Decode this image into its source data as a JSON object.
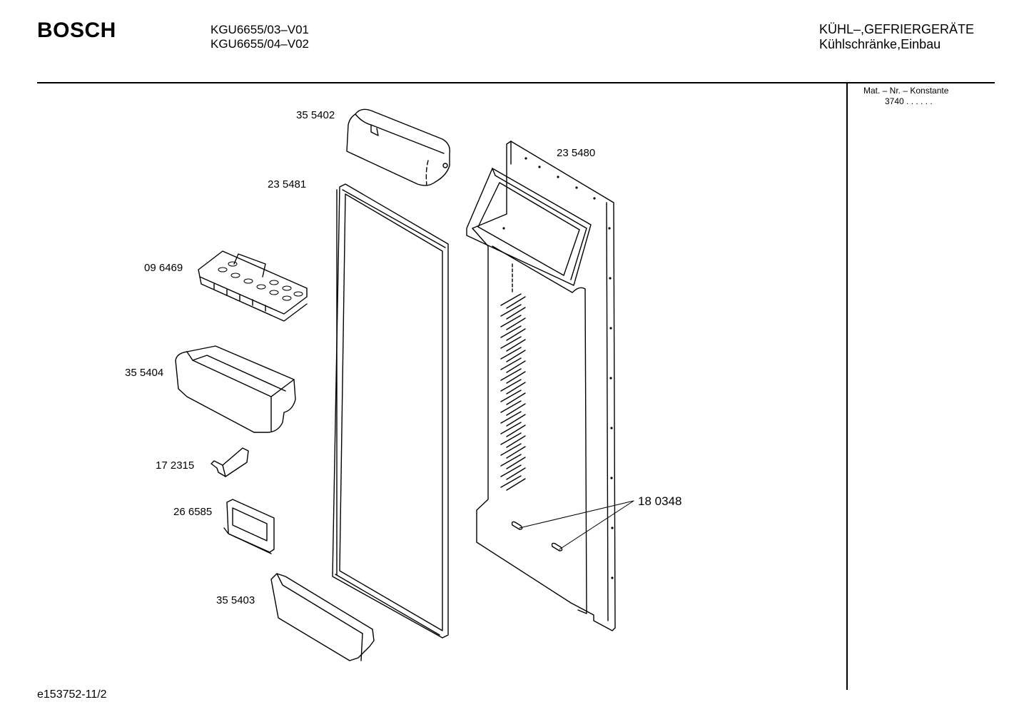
{
  "header": {
    "brand": "BOSCH",
    "models": [
      "KGU6655/03–V01",
      "KGU6655/04–V02"
    ],
    "category": "KÜHL–,GEFRIERGERÄTE",
    "subcategory": "Kühlschränke,Einbau"
  },
  "sidebar": {
    "label": "Mat. – Nr. – Konstante",
    "value": "3740 .  .  .  .  .  ."
  },
  "parts": {
    "p355402": "35 5402",
    "p235480": "23 5480",
    "p235481": "23 5481",
    "p096469": "09 6469",
    "p355404": "35 5404",
    "p172315": "17 2315",
    "p266585": "26 6585",
    "p355403": "35 5403",
    "p180348": "18 0348"
  },
  "footer": {
    "doc_id": "e153752-11/2"
  }
}
